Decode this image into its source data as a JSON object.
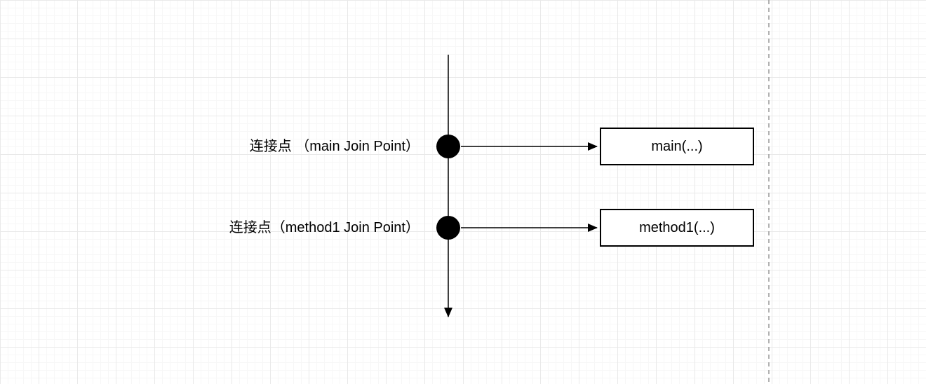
{
  "diagram": {
    "join_points": [
      {
        "label": "连接点 （main Join Point）",
        "target_label": "main(...)"
      },
      {
        "label": "连接点（method1 Join Point）",
        "target_label": "method1(...)"
      }
    ]
  },
  "colors": {
    "shape_stroke": "#000000",
    "shape_fill": "#000000",
    "dashed_divider": "#999999",
    "grid_minor": "#f7f7f7",
    "grid_major": "#e9e9e9",
    "background": "#ffffff"
  }
}
